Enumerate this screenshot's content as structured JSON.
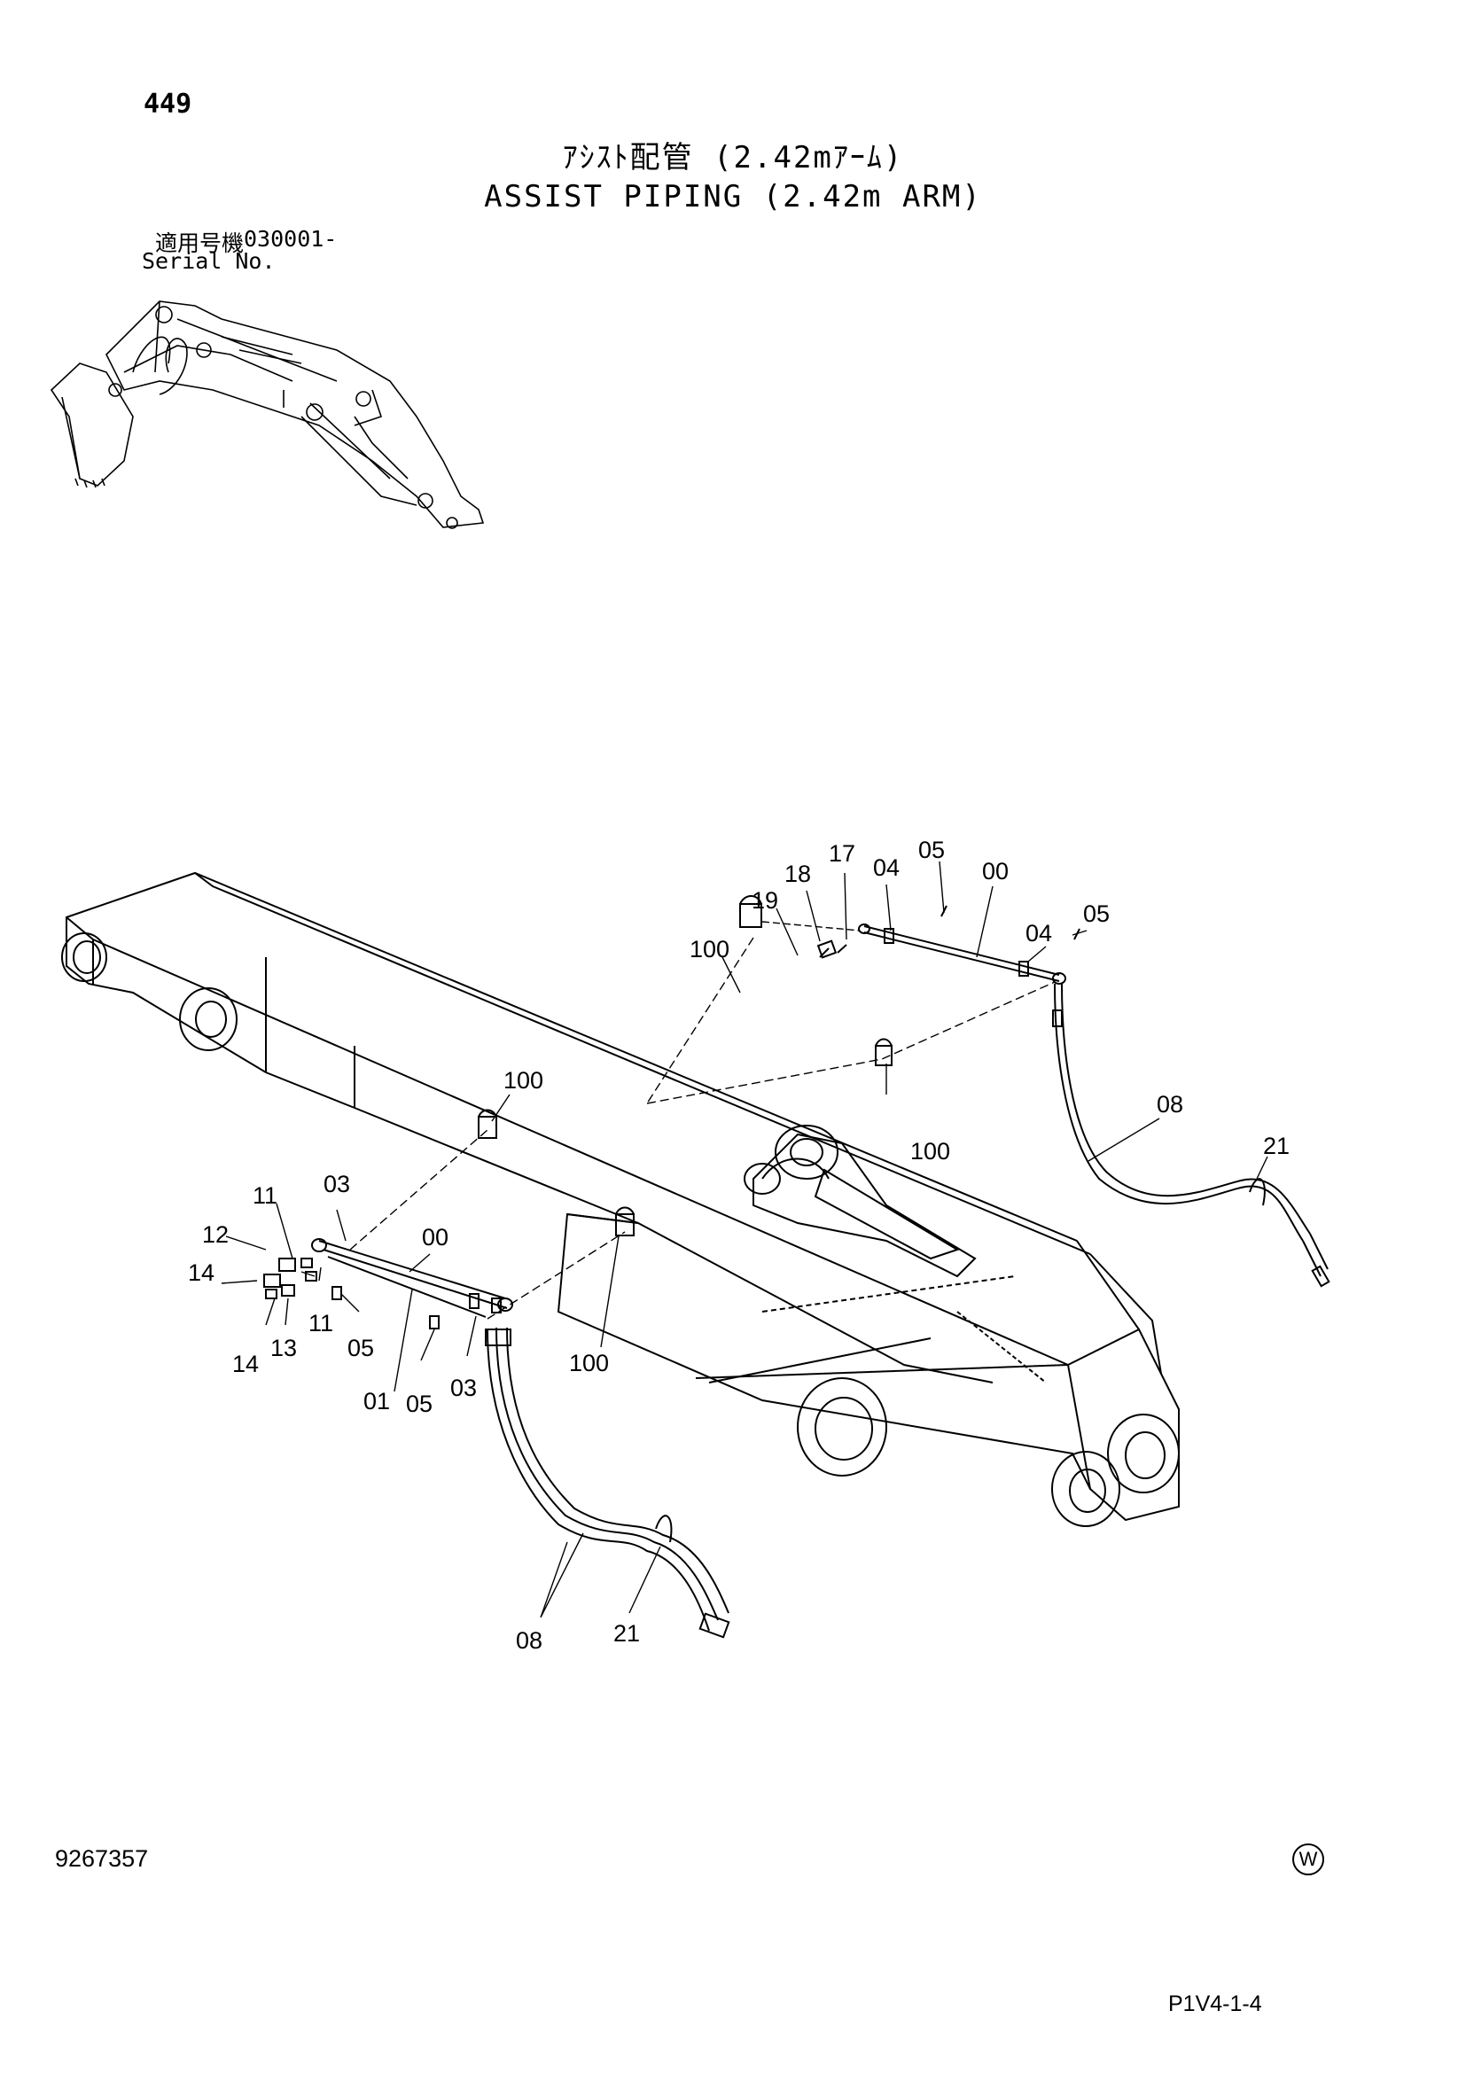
{
  "header": {
    "page_number": "449",
    "title_jp": "ｱｼｽﾄ配管 (2.42mｱｰﾑ)",
    "title_en": "ASSIST PIPING (2.42m ARM)",
    "serial_label_jp": "適用号機",
    "serial_label_en": "Serial No.",
    "serial_number": "030001-"
  },
  "diagram": {
    "part_labels": [
      {
        "text": "17"
      },
      {
        "text": "05"
      },
      {
        "text": "18"
      },
      {
        "text": "04"
      },
      {
        "text": "00"
      },
      {
        "text": "19"
      },
      {
        "text": "05"
      },
      {
        "text": "04"
      },
      {
        "text": "100"
      },
      {
        "text": "100"
      },
      {
        "text": "08"
      },
      {
        "text": "100"
      },
      {
        "text": "21"
      },
      {
        "text": "11"
      },
      {
        "text": "03"
      },
      {
        "text": "12"
      },
      {
        "text": "00"
      },
      {
        "text": "14"
      },
      {
        "text": "11"
      },
      {
        "text": "05"
      },
      {
        "text": "14"
      },
      {
        "text": "13"
      },
      {
        "text": "100"
      },
      {
        "text": "01"
      },
      {
        "text": "05"
      },
      {
        "text": "03"
      },
      {
        "text": "08"
      },
      {
        "text": "21"
      }
    ]
  },
  "footer": {
    "doc_number": "9267357",
    "mark": "W",
    "page_code": "P1V4-1-4"
  }
}
